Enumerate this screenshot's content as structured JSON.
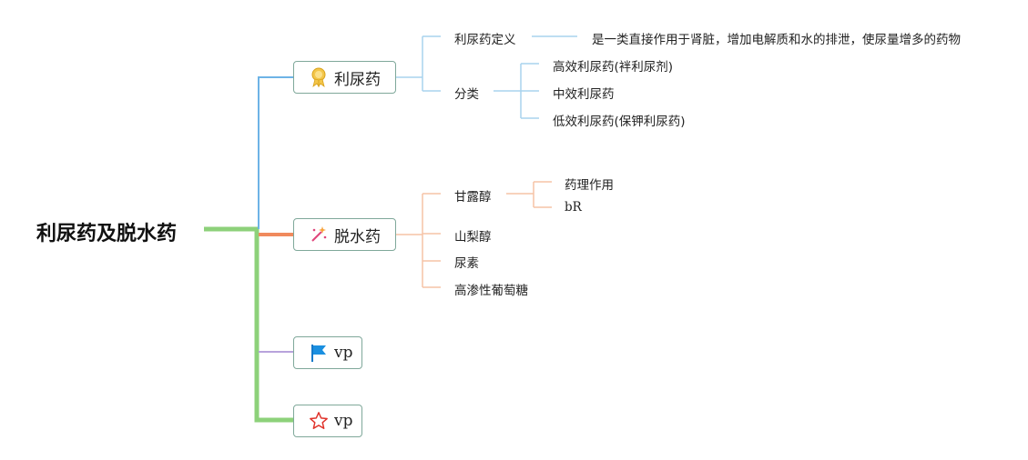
{
  "root": {
    "label": "利尿药及脱水药"
  },
  "branches": [
    {
      "label": "利尿药",
      "icon": "award-ribbon-icon",
      "color": "#6db3e6",
      "children": [
        {
          "label": "利尿药定义",
          "note": "是一类直接作用于肾脏，增加电解质和水的排泄，使尿量增多的药物"
        },
        {
          "label": "分类",
          "children": [
            "高效利尿药(袢利尿剂)",
            "中效利尿药",
            "低效利尿药(保钾利尿药)"
          ]
        }
      ]
    },
    {
      "label": "脱水药",
      "icon": "magic-wand-icon",
      "color": "#f08a5d",
      "children": [
        {
          "label": "甘露醇",
          "children": [
            "药理作用",
            "bR"
          ]
        },
        {
          "label": "山梨醇"
        },
        {
          "label": "尿素"
        },
        {
          "label": "高渗性葡萄糖"
        }
      ]
    },
    {
      "label": "vp",
      "icon": "blue-flag-icon",
      "color": "#b8a3dc"
    },
    {
      "label": "vp",
      "icon": "red-star-icon",
      "color": "#8dd17a"
    }
  ],
  "colors": {
    "trunk": "#8dd17a",
    "node_border": "#7fa89a"
  }
}
